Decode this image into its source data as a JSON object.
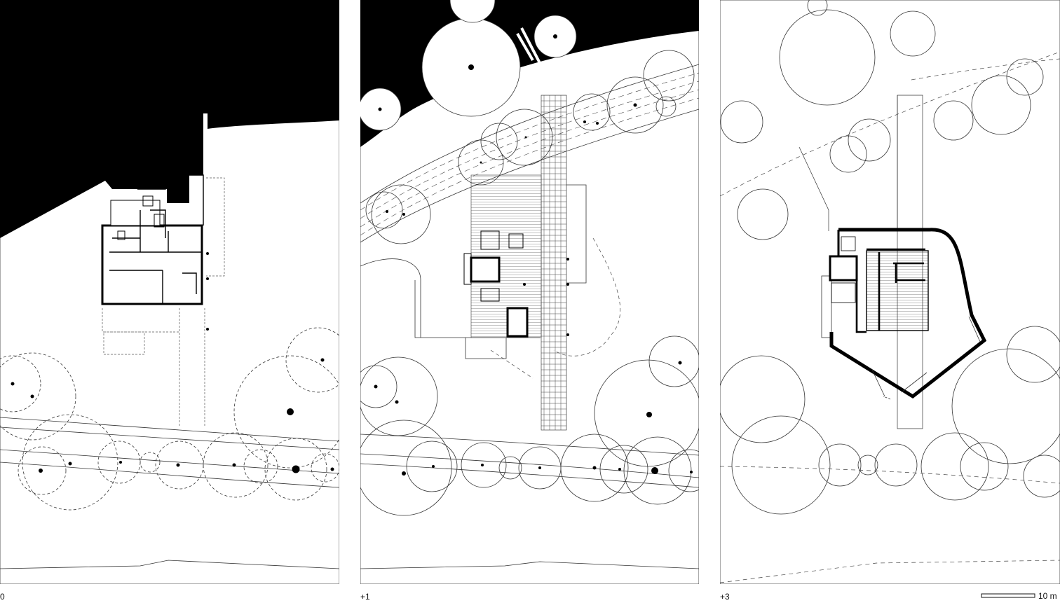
{
  "panels": [
    {
      "id": "ground",
      "label": "0"
    },
    {
      "id": "level1",
      "label": "+1"
    },
    {
      "id": "level3",
      "label": "+3"
    }
  ],
  "scale_bar": {
    "label": "10 m"
  },
  "colors": {
    "ink": "#111111",
    "paper": "#ffffff",
    "frame": "#555555"
  }
}
